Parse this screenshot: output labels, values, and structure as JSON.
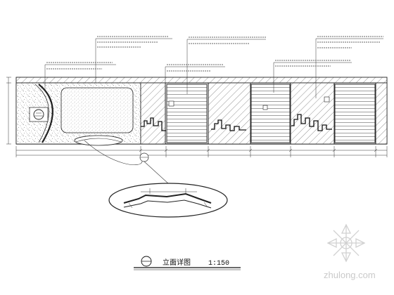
{
  "drawing": {
    "title": "立面详图",
    "scale": "1:150",
    "watermark": "zhulong.com",
    "colors": {
      "line": "#222222",
      "hatch": "#555555",
      "watermark": "#bdbdbd"
    }
  }
}
